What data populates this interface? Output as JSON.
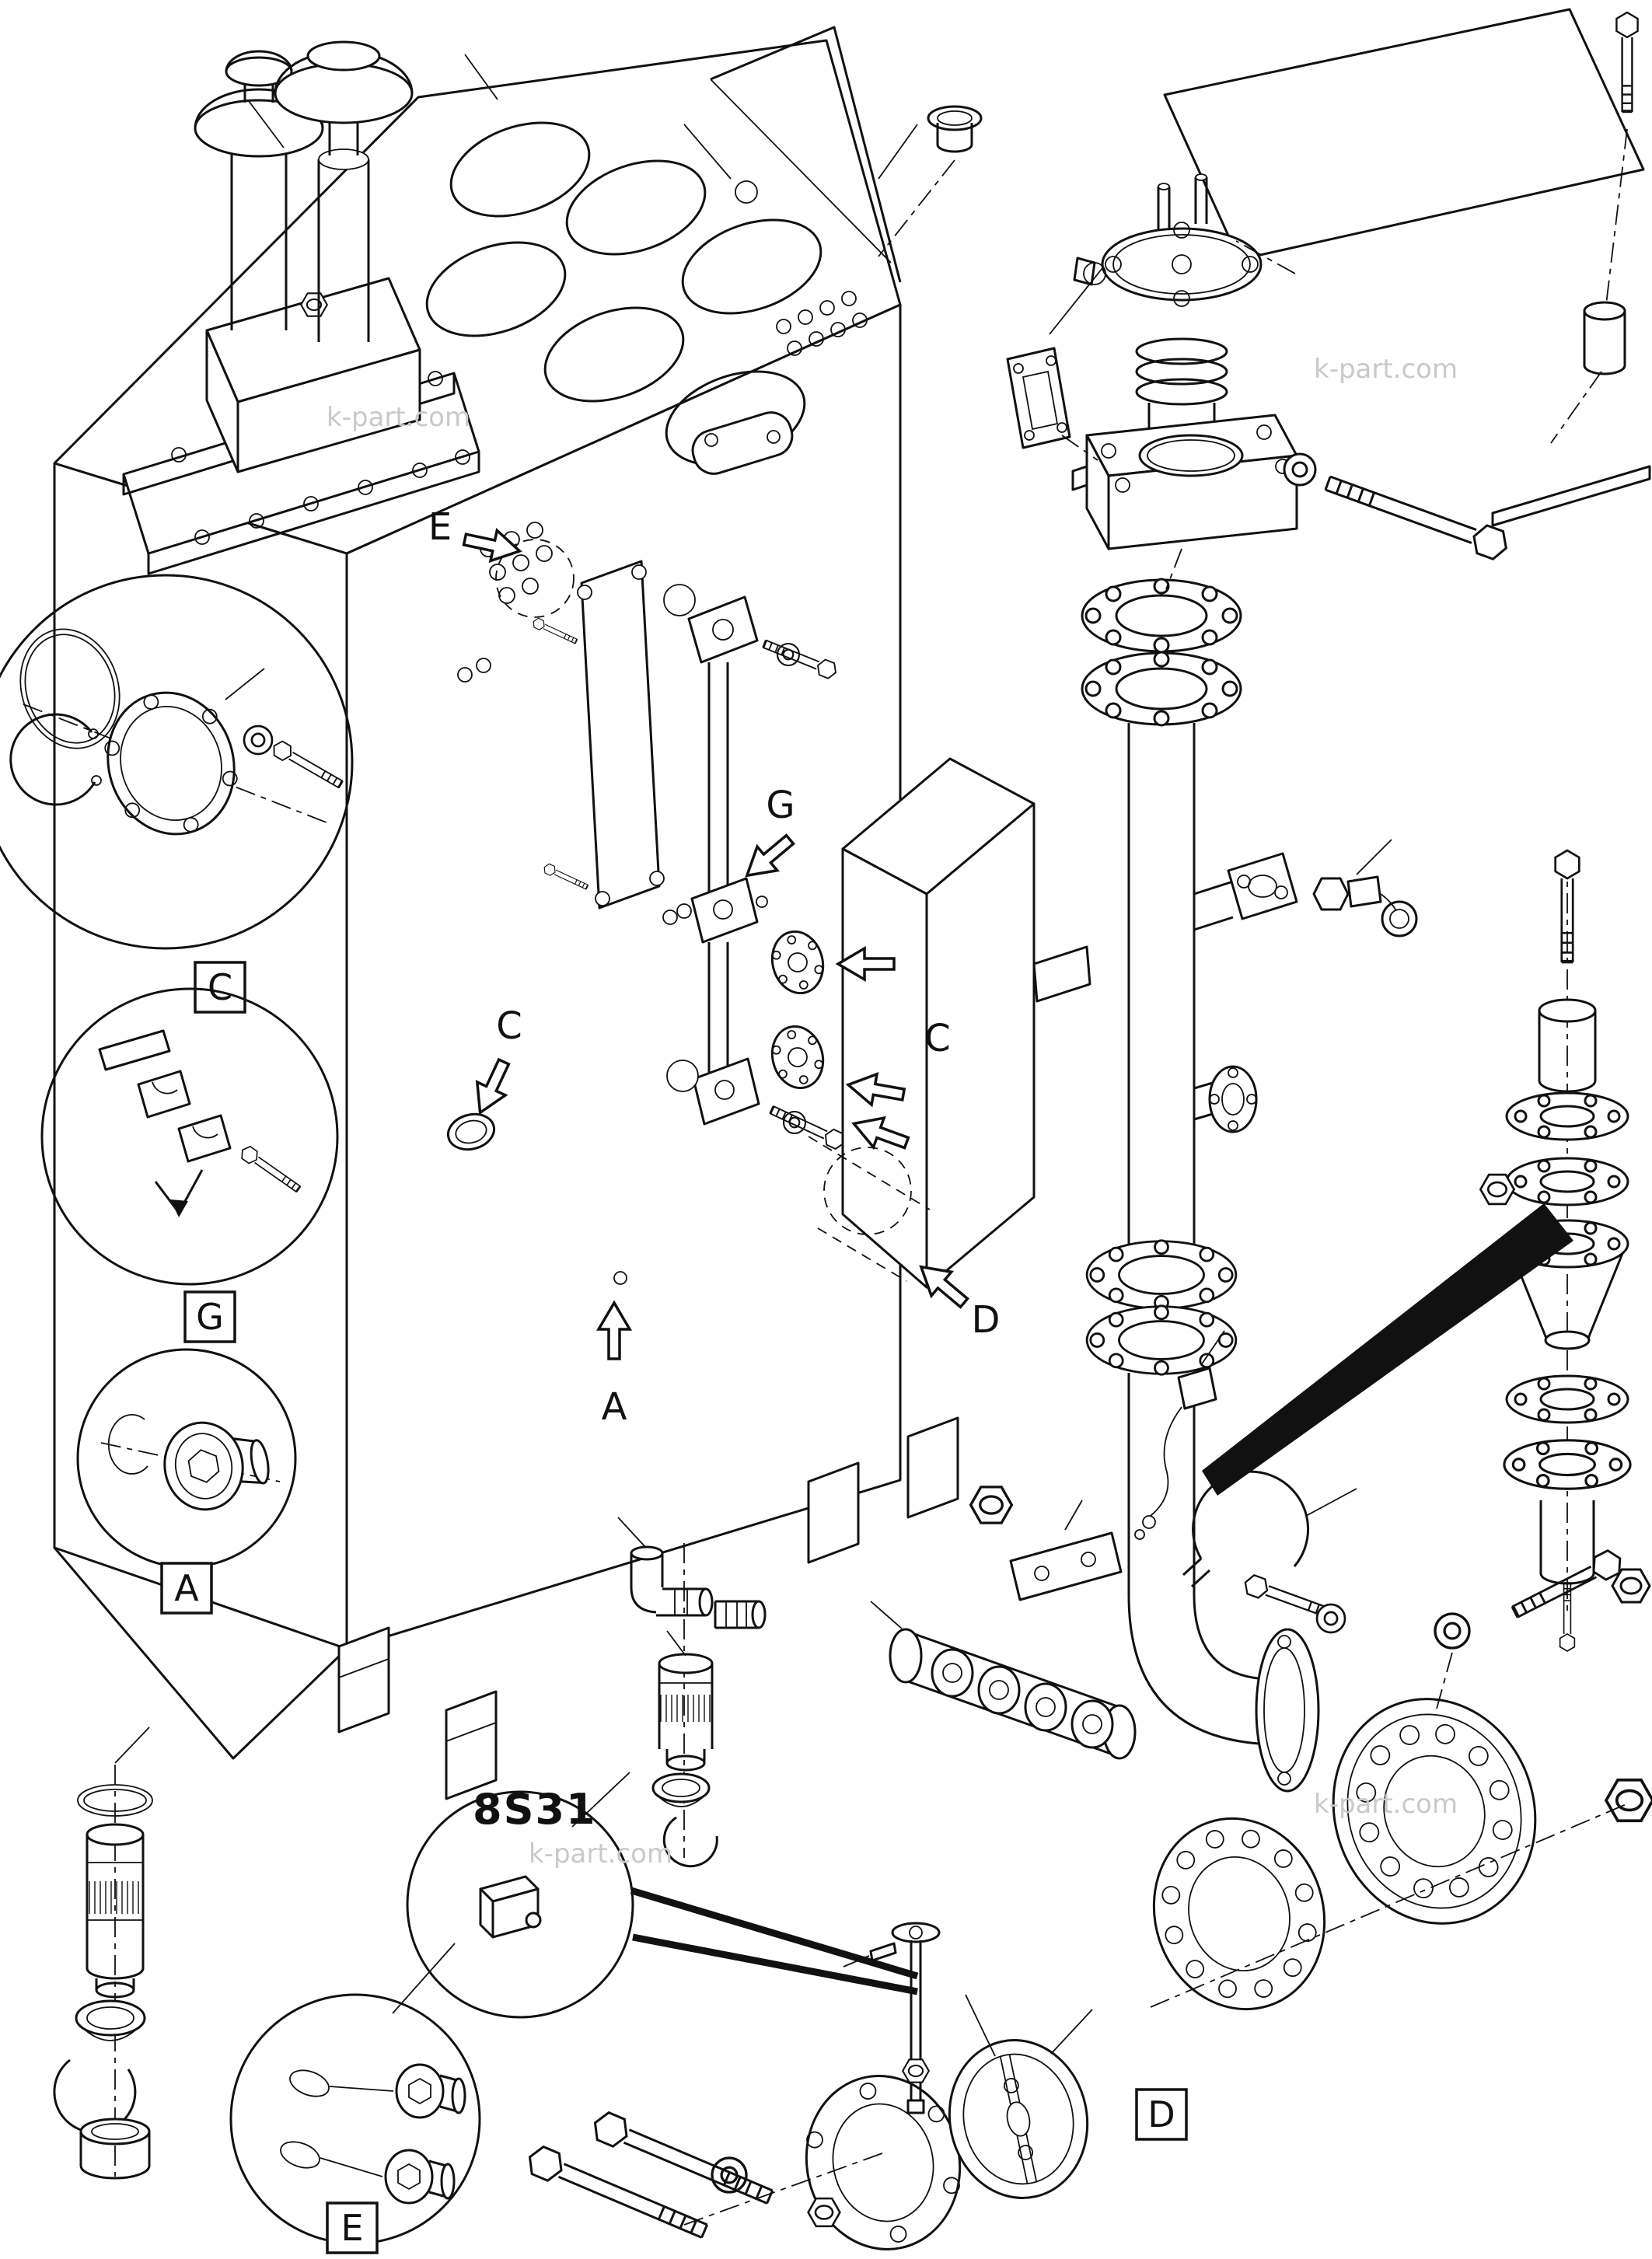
{
  "diagram": {
    "watermark": "k-part.com",
    "part_code": "8S31",
    "boxed_labels": {
      "c": "C",
      "g": "G",
      "a": "A",
      "e": "E",
      "d": "D"
    },
    "arrow_labels": {
      "e": "E",
      "g": "G",
      "c_right": "C",
      "c_left": "C",
      "a": "A",
      "d": "D"
    }
  }
}
